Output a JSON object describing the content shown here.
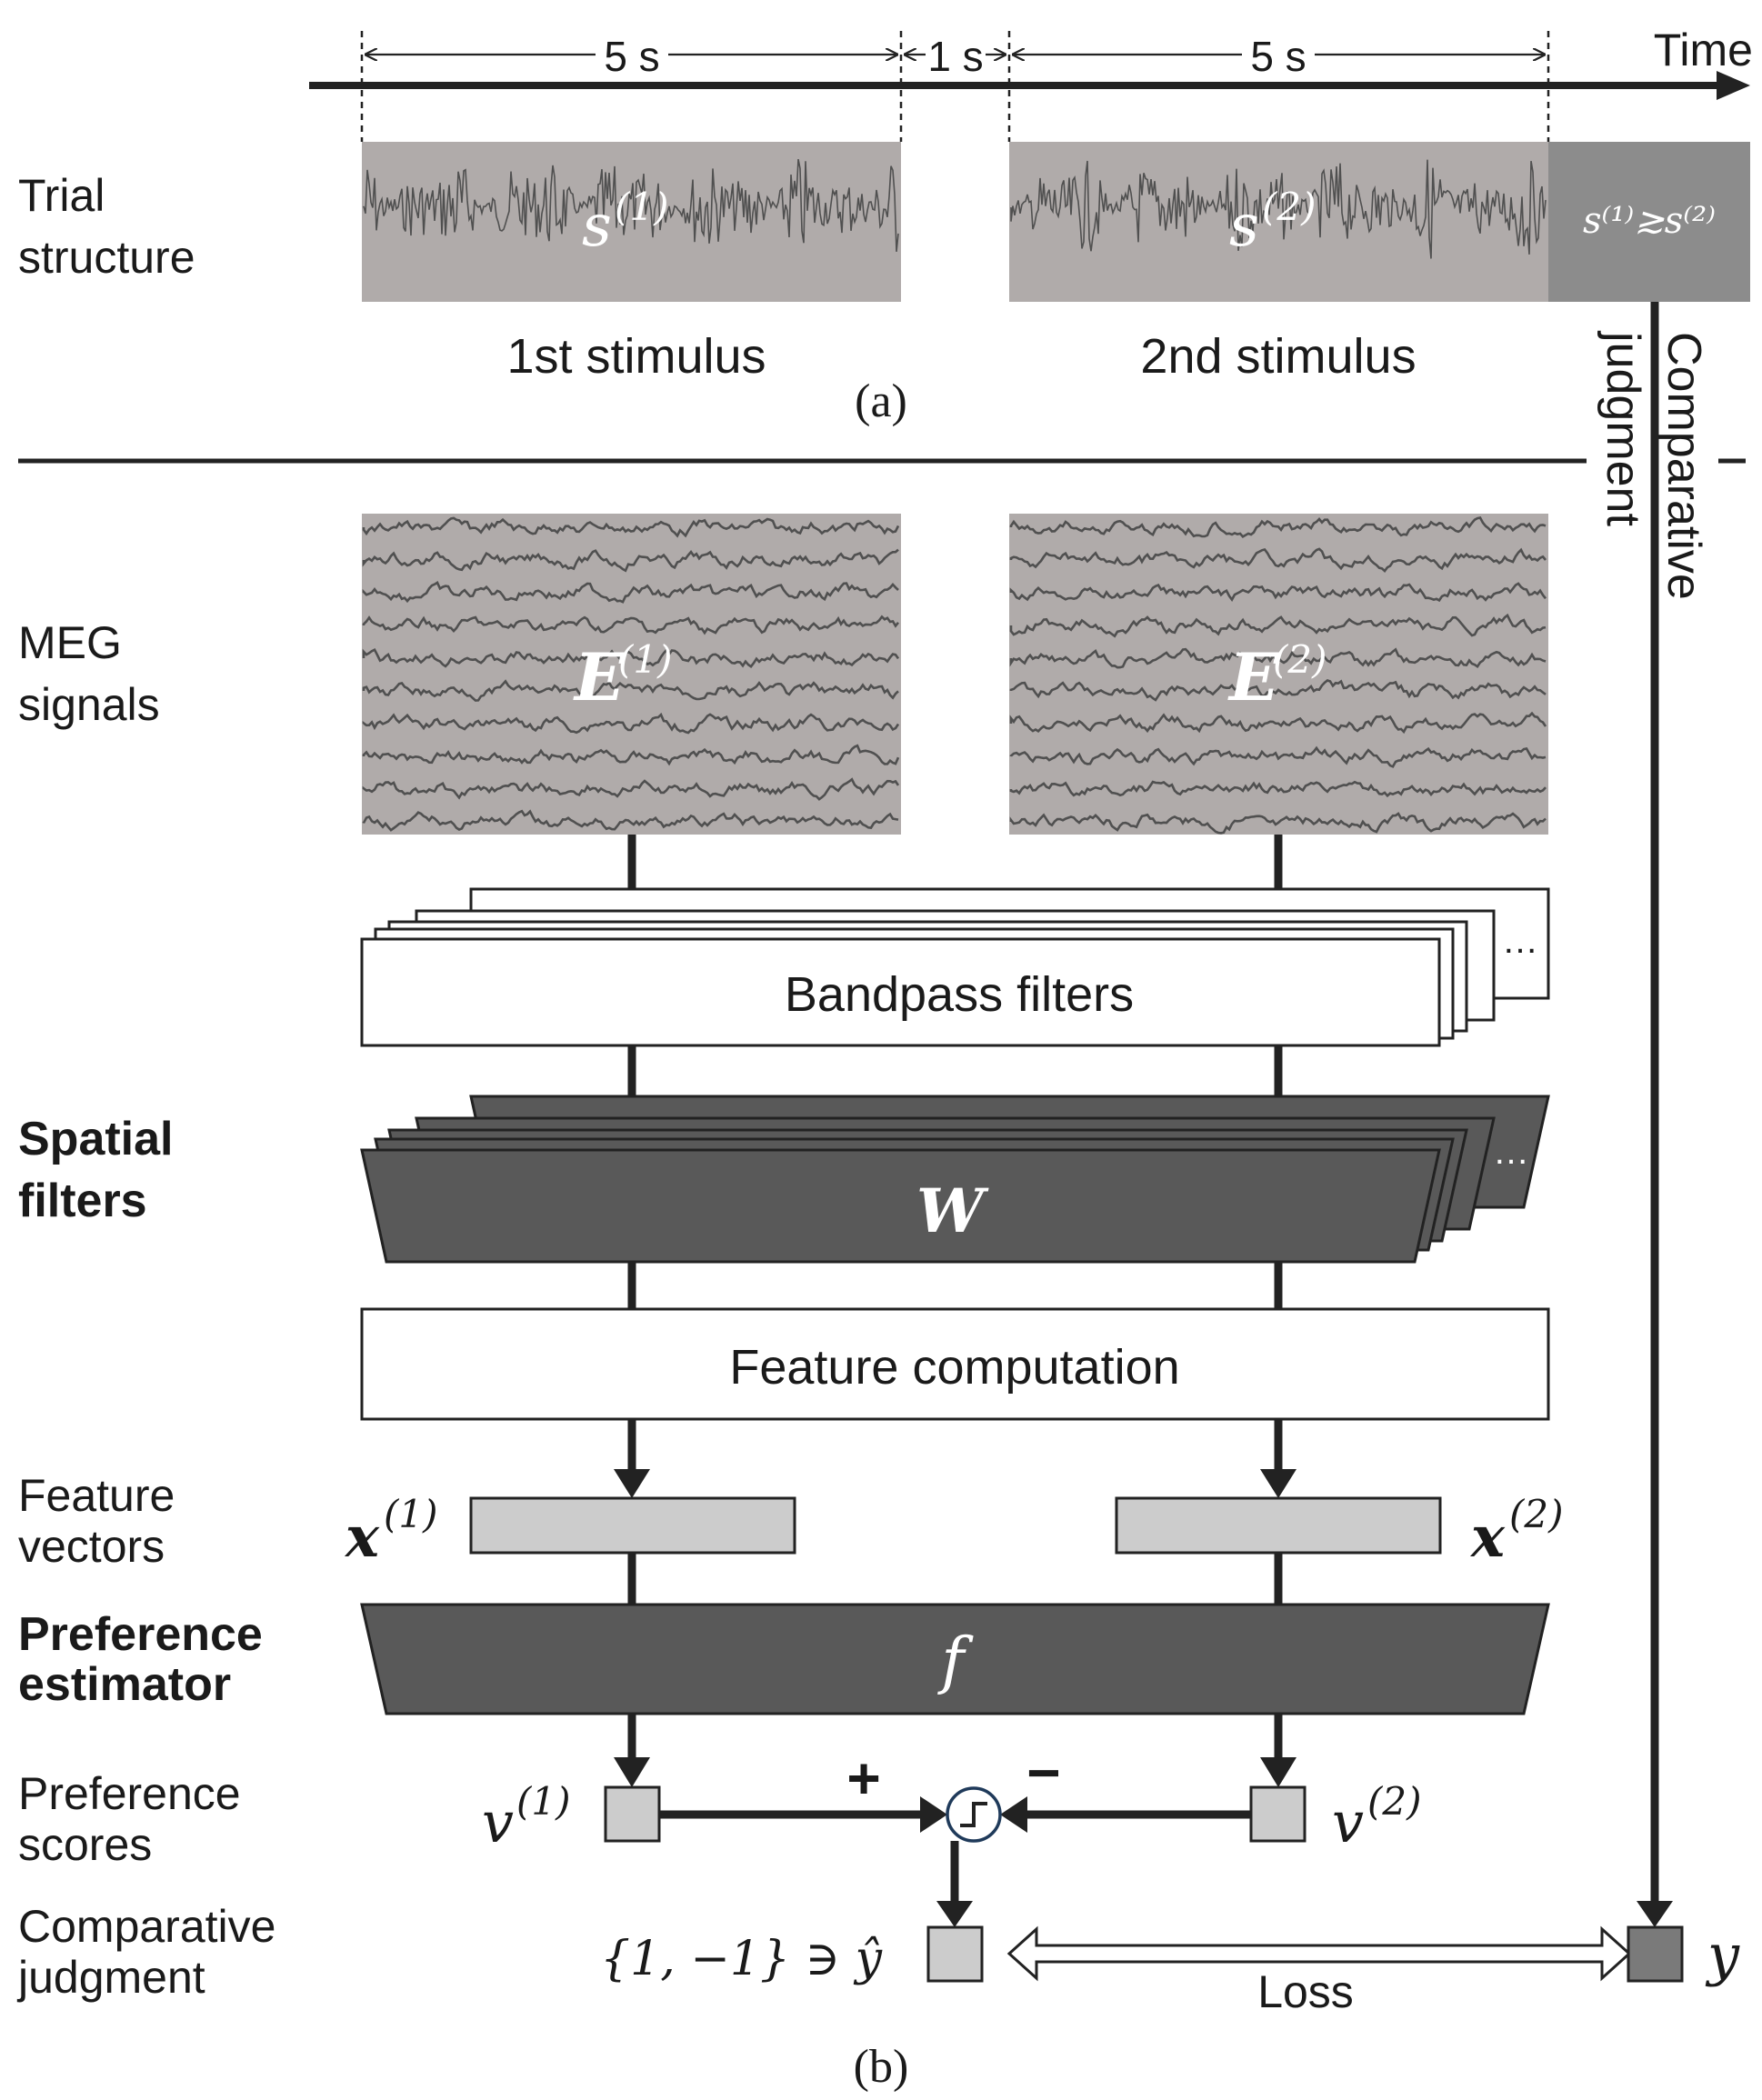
{
  "timeline": {
    "label": "Time",
    "seg1": "5 s",
    "gap": "1 s",
    "seg2": "5 s"
  },
  "trial": {
    "row_label": [
      "Trial",
      "structure"
    ],
    "stim1_symbol": "s",
    "stim1_sup": "(1)",
    "stim1_label": "1st stimulus",
    "stim2_symbol": "s",
    "stim2_sup": "(2)",
    "stim2_label": "2nd stimulus",
    "compare_text": "s⁽¹⁾≳s⁽²⁾",
    "judgment_vertical": [
      "Comparative",
      "judgment"
    ],
    "caption": "(a)"
  },
  "meg": {
    "row_label": [
      "MEG",
      "signals"
    ],
    "e1_symbol": "E",
    "e1_sup": "(1)",
    "e2_symbol": "E",
    "e2_sup": "(2)"
  },
  "pipeline": {
    "bandpass_label": "Bandpass filters",
    "spatial_row_label": [
      "Spatial",
      "filters"
    ],
    "spatial_symbol": "W",
    "stack_dots": "…",
    "feature_label": "Feature computation",
    "feature_row_label": [
      "Feature",
      "vectors"
    ],
    "x1_symbol": "x",
    "x1_sup": "(1)",
    "x2_symbol": "x",
    "x2_sup": "(2)",
    "pref_row_label": [
      "Preference",
      "estimator"
    ],
    "pref_symbol": "f",
    "scores_row_label": [
      "Preference",
      "scores"
    ],
    "v1_symbol": "v",
    "v1_sup": "(1)",
    "v2_symbol": "v",
    "v2_sup": "(2)",
    "plus": "+",
    "minus": "−",
    "judgment_row_label": [
      "Comparative",
      "judgment"
    ],
    "yhat_text": "{1, −1} ∋ ŷ",
    "y_symbol": "y",
    "loss_label": "Loss",
    "caption": "(b)"
  },
  "colors": {
    "signal_bg": "#b0abaa",
    "signal_line": "#505050",
    "dark_block": "#595959",
    "light_box": "#cccccc",
    "mid_block": "#8c8c8c"
  }
}
